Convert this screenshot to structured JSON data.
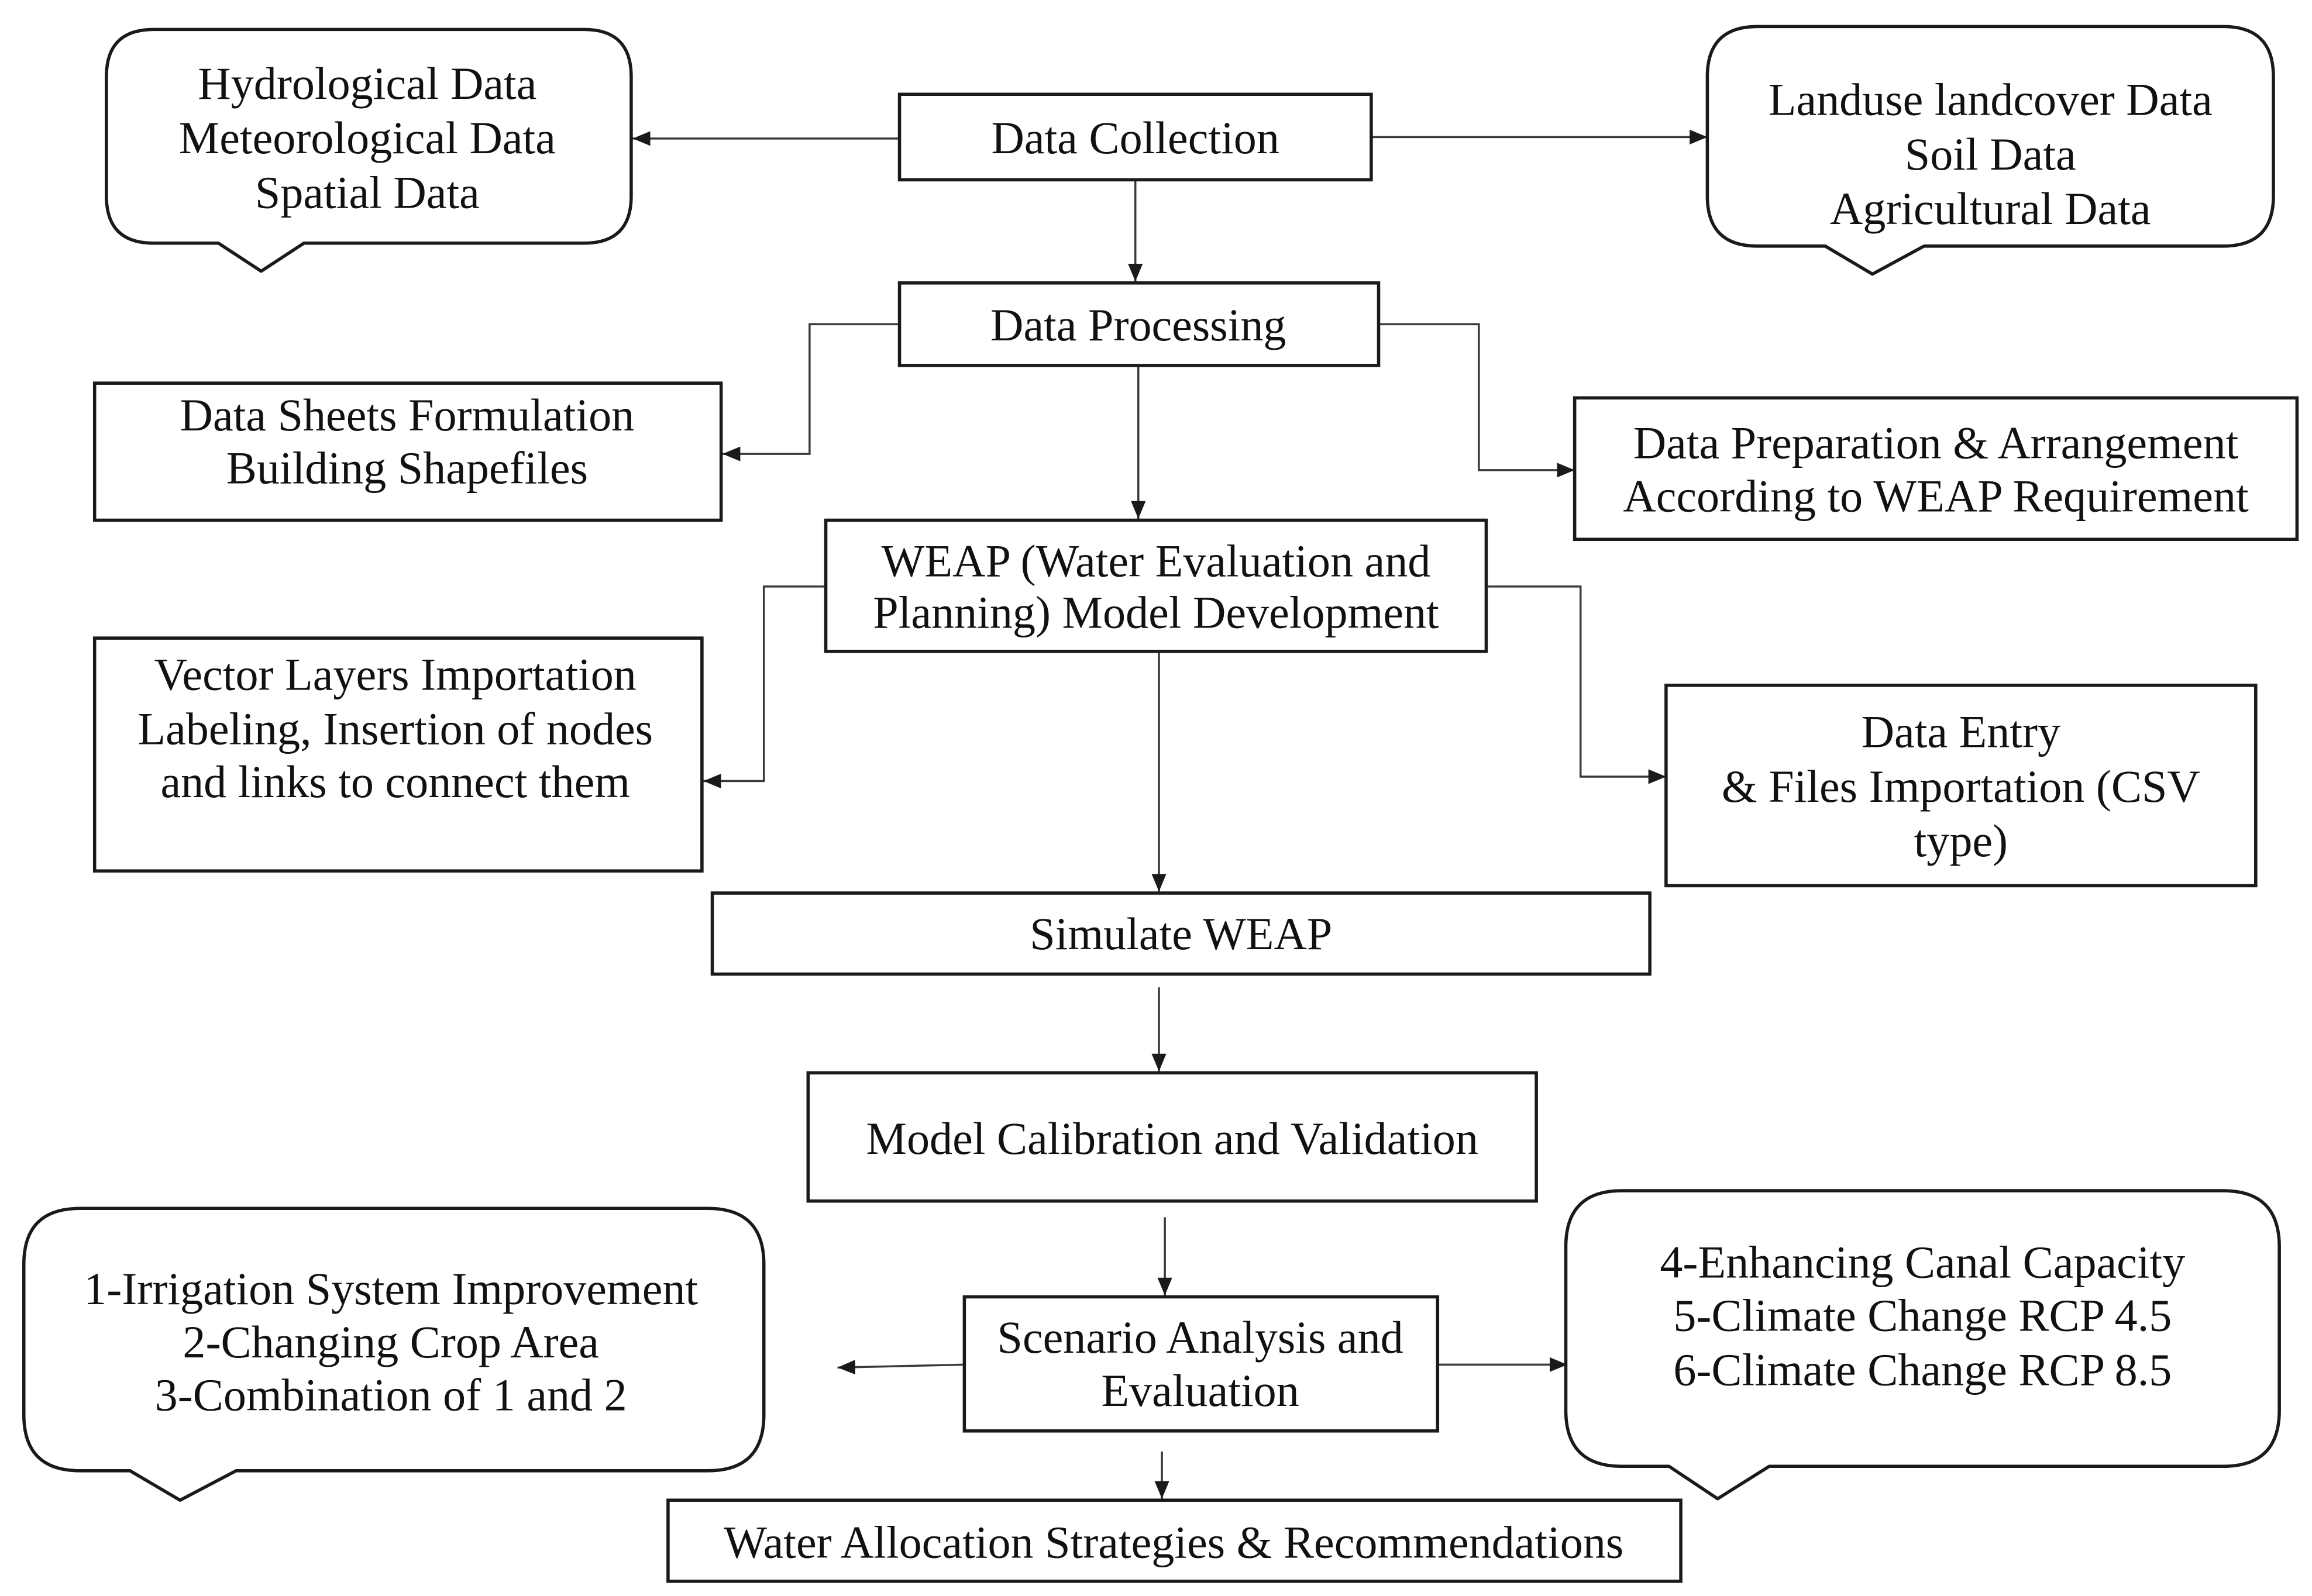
{
  "nodes": {
    "data_collection": {
      "lines": [
        "Data Collection"
      ]
    },
    "collection_sources_left": {
      "lines": [
        "Hydrological Data",
        "Meteorological Data",
        "Spatial Data"
      ]
    },
    "collection_sources_right": {
      "lines": [
        "Landuse landcover Data",
        "Soil Data",
        "Agricultural Data"
      ]
    },
    "data_processing": {
      "lines": [
        "Data Processing"
      ]
    },
    "processing_left": {
      "lines": [
        "Data Sheets Formulation",
        "Building Shapefiles"
      ]
    },
    "processing_right": {
      "lines": [
        "Data Preparation & Arrangement",
        "According to WEAP Requirement"
      ]
    },
    "weap_model": {
      "lines": [
        "WEAP (Water Evaluation and",
        "Planning) Model Development"
      ]
    },
    "model_left": {
      "lines": [
        "Vector Layers Importation",
        "Labeling, Insertion of nodes",
        "and links to connect them"
      ]
    },
    "model_right": {
      "lines": [
        "Data Entry",
        "& Files Importation (CSV",
        "type)"
      ]
    },
    "simulate": {
      "lines": [
        "Simulate WEAP"
      ]
    },
    "calibration": {
      "lines": [
        "Model Calibration and Validation"
      ]
    },
    "scenario_analysis": {
      "lines": [
        "Scenario Analysis and",
        "Evaluation"
      ]
    },
    "scenarios_left": {
      "lines": [
        "1-Irrigation System Improvement",
        "2-Changing Crop Area",
        "3-Combination of 1 and 2"
      ]
    },
    "scenarios_right": {
      "lines": [
        "4-Enhancing Canal Capacity",
        "5-Climate Change RCP 4.5",
        "6-Climate Change RCP 8.5"
      ]
    },
    "recommendations": {
      "lines": [
        "Water Allocation Strategies & Recommendations"
      ]
    }
  },
  "colors": {
    "background": "#ffffff",
    "box_stroke": "#1a1a1a",
    "arrow": "#3a3a3a",
    "text": "#111111"
  }
}
